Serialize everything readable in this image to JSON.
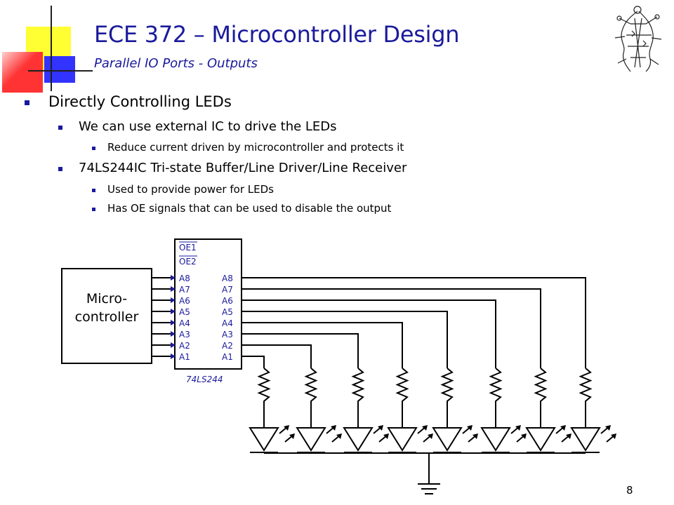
{
  "slide": {
    "title": "ECE 372 – Microcontroller Design",
    "subtitle": "Parallel IO Ports - Outputs",
    "page_number": "8"
  },
  "bullets": [
    {
      "level": 1,
      "text": "Directly Controlling LEDs"
    },
    {
      "level": 2,
      "text": "We can use external IC to drive the LEDs"
    },
    {
      "level": 3,
      "text": "Reduce current driven by microcontroller and protects it"
    },
    {
      "level": 2,
      "text": "74LS244IC Tri-state Buffer/Line Driver/Line Receiver"
    },
    {
      "level": 3,
      "text": "Used to provide power for LEDs"
    },
    {
      "level": 3,
      "text": "Has OE signals that can be used to disable the output"
    }
  ],
  "diagram": {
    "microcontroller_label": [
      "Micro-",
      "controller"
    ],
    "chip_name": "74LS244",
    "enable_pins": [
      "OE1",
      "OE2"
    ],
    "input_pins": [
      "A8",
      "A7",
      "A6",
      "A5",
      "A4",
      "A3",
      "A2",
      "A1"
    ],
    "output_pins": [
      "A8",
      "A7",
      "A6",
      "A5",
      "A4",
      "A3",
      "A2",
      "A1"
    ]
  },
  "colors": {
    "accent_blue": "#1a1a9c",
    "deco_yellow": "#ffff33",
    "deco_red": "#ff3333",
    "deco_blue": "#3333ff"
  },
  "icons": {
    "logo": "circuit-figure-logo-icon",
    "bullet": "square-bullet-icon",
    "ground": "ground-symbol-icon"
  }
}
